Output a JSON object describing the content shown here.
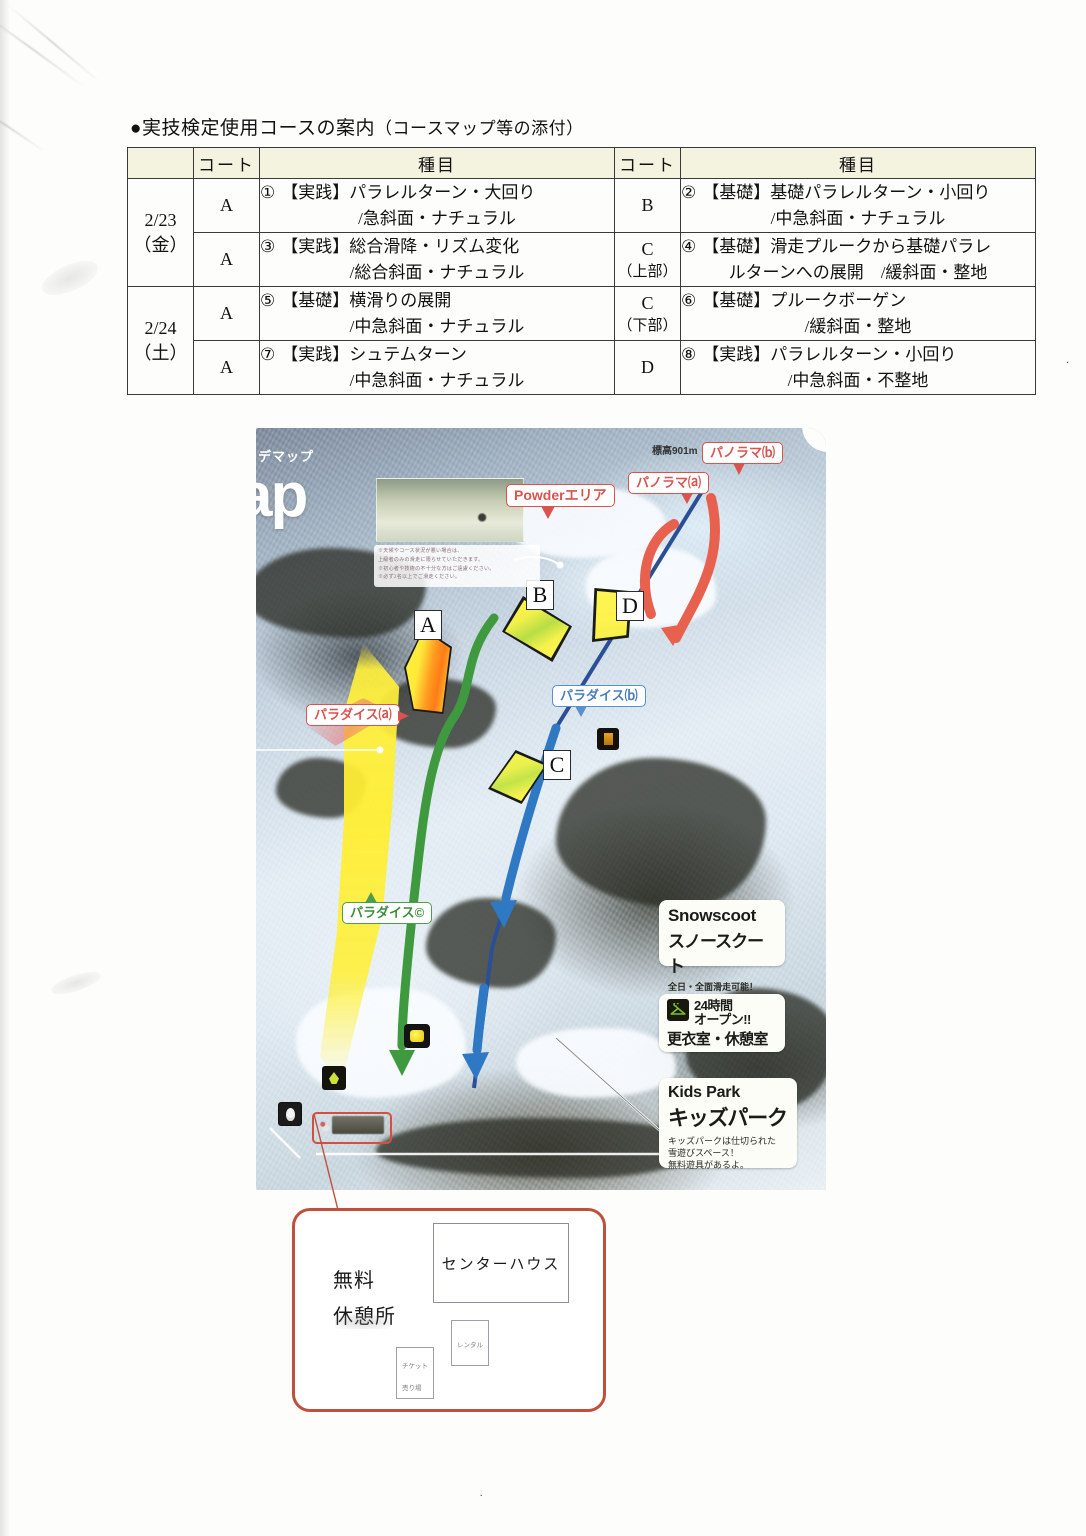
{
  "document": {
    "heading_bullet": "●",
    "heading_main": "実技検定使用コースの案内",
    "heading_paren": "（コースマップ等の添付）"
  },
  "table": {
    "headers": [
      "",
      "コート",
      "種目",
      "コート",
      "種目"
    ],
    "rows": [
      {
        "date": "2/23\n（金）",
        "date_line1": "2/23",
        "date_line2": "（金）",
        "left_court": "A",
        "left_num": "①",
        "left_line1": "【実践】パラレルターン・大回り",
        "left_line2": "/急斜面・ナチュラル",
        "right_court": "B",
        "right_court_sub": "",
        "right_num": "②",
        "right_line1": "【基礎】基礎パラレルターン・小回り",
        "right_line2": "/中急斜面・ナチュラル"
      },
      {
        "date_line1": "",
        "date_line2": "",
        "left_court": "A",
        "left_num": "③",
        "left_line1": "【実践】総合滑降・リズム変化",
        "left_line2": "/総合斜面・ナチュラル",
        "right_court": "C",
        "right_court_sub": "（上部）",
        "right_num": "④",
        "right_line1": "【基礎】滑走プルークから基礎パラレ",
        "right_line2": "ルターンへの展開　/緩斜面・整地"
      },
      {
        "date_line1": "2/24",
        "date_line2": "（土）",
        "left_court": "A",
        "left_num": "⑤",
        "left_line1": "【基礎】横滑りの展開",
        "left_line2": "/中急斜面・ナチュラル",
        "right_court": "C",
        "right_court_sub": "（下部）",
        "right_num": "⑥",
        "right_line1": "【基礎】プルークボーゲン",
        "right_line2": "/緩斜面・整地"
      },
      {
        "date_line1": "",
        "date_line2": "",
        "left_court": "A",
        "left_num": "⑦",
        "left_line1": "【実践】シュテムターン",
        "left_line2": "/中急斜面・ナチュラル",
        "right_court": "D",
        "right_court_sub": "",
        "right_num": "⑧",
        "right_line1": "【実践】パラレルターン・小回り",
        "right_line2": "/中急斜面・不整地"
      }
    ]
  },
  "map": {
    "title_small": "デマップ",
    "title_big": "ap",
    "elevation_label": "標高901m",
    "balloons": {
      "powder": "Powderエリア",
      "panorama_b": "パノラマ⒝",
      "panorama_a": "パノラマ⒜",
      "paradise_a": "パラダイス⒜",
      "paradise_b": "パラダイス⒝",
      "paradise_c": "パラダイス©"
    },
    "course_markers": {
      "a": "A",
      "b": "B",
      "c": "C",
      "d": "D"
    },
    "inset_note_lines": [
      "※天候やコース状況が悪い場合は、",
      "上級者のみの滑走に限らせていただきます。",
      "※初心者や技術の不十分な方はご遠慮ください。",
      "※必ず2名以上でご滑走ください。"
    ],
    "info_boxes": {
      "snowscoot": {
        "line1": "Snowscoot",
        "line2": "スノースクート",
        "line3": "全日・全面滑走可能！"
      },
      "locker": {
        "icon": "hanger-icon",
        "line1": "24時間",
        "line2": "オープン!!",
        "line3": "更衣室・休憩室"
      },
      "kids": {
        "line1": "Kids Park",
        "line2": "キッズパーク",
        "line3a": "キッズパークは仕切られた",
        "line3b": "雪遊びスペース！",
        "line3c": "無料遊具があるよ。"
      }
    }
  },
  "detail_box": {
    "free_rest_line1": "無料",
    "free_rest_line2": "休憩所",
    "center_house": "センターハウス",
    "small_box_1": "レンタル",
    "small_box_2_top": "チケット",
    "small_box_2_bottom": "売り場"
  },
  "colors": {
    "table_header_bg": "#f4f3e0",
    "table_border": "#3a3a3a",
    "accent_red": "#d9534f",
    "accent_blue": "#5b8fc9",
    "accent_green": "#4f9c4f",
    "detail_box_border": "#c0503c",
    "piste_yellow": "#fff03c",
    "lift_red": "#e8614f",
    "lift_blue": "#2f5fa8"
  }
}
